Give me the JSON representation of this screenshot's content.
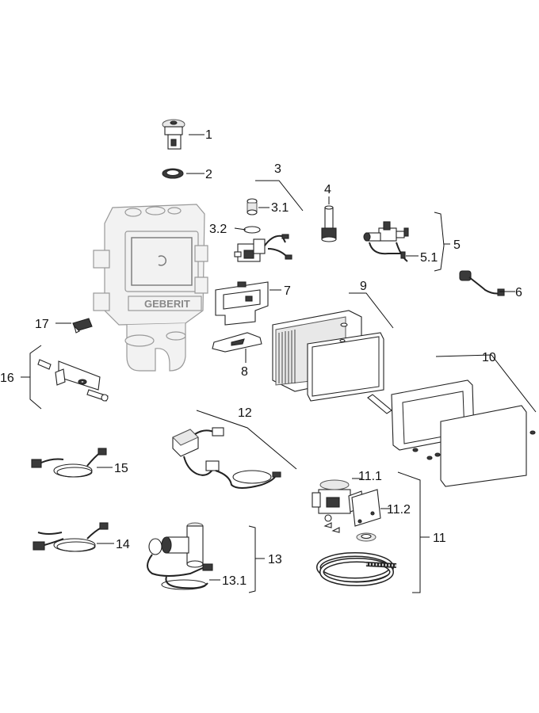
{
  "brand": {
    "logo_text": "GEBERIT",
    "ink_color": "#111111",
    "ghost_color": "#999999"
  },
  "labels": {
    "p1": "1",
    "p2": "2",
    "p3": "3",
    "p3_1": "3.1",
    "p3_2": "3.2",
    "p4": "4",
    "p5": "5",
    "p5_1": "5.1",
    "p6": "6",
    "p7": "7",
    "p8": "8",
    "p9": "9",
    "p10": "10",
    "p11": "11",
    "p11_1": "11.1",
    "p11_2": "11.2",
    "p12": "12",
    "p13": "13",
    "p13_1": "13.1",
    "p14": "14",
    "p15": "15",
    "p16": "16",
    "p17": "17"
  }
}
